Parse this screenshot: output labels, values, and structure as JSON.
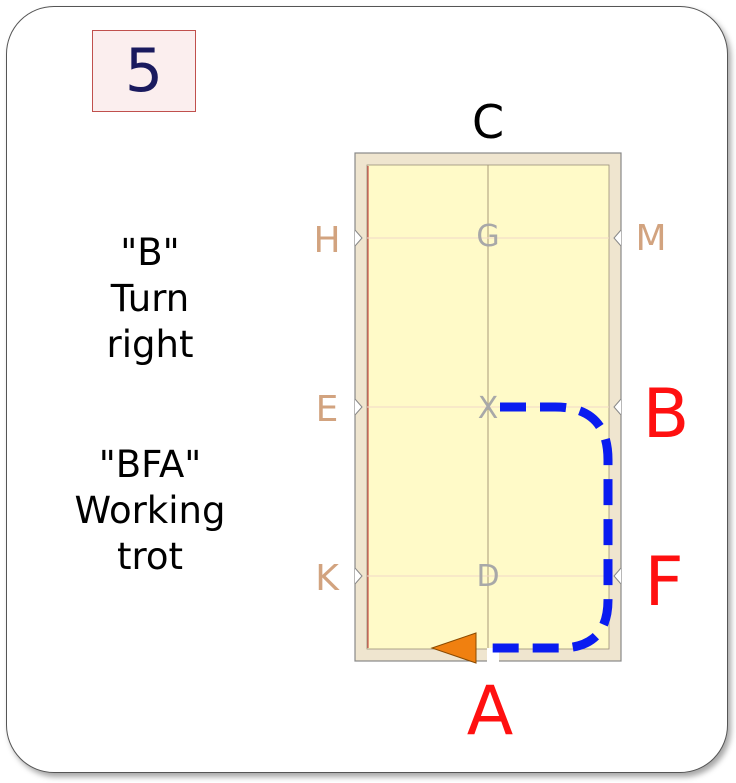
{
  "step_number": "5",
  "instructions": [
    {
      "lines": [
        "\"B\"",
        "Turn",
        "right"
      ]
    },
    {
      "lines": [
        "\"BFA\"",
        "Working",
        "trot"
      ]
    }
  ],
  "arena": {
    "end_letters": {
      "top": "C",
      "bottom": "A"
    },
    "left_letters": [
      "H",
      "E",
      "K"
    ],
    "right_letters": [
      "M",
      "B",
      "F"
    ],
    "center_letters": [
      "G",
      "X",
      "D"
    ],
    "highlighted_letters": [
      "B",
      "F",
      "A"
    ]
  },
  "colors": {
    "arena_fill": "#fffac8",
    "arena_border": "#efe5cf",
    "route": "#0a1cf0",
    "highlight_letter": "#ff1010",
    "side_letter": "#d2a37f",
    "center_letter": "#a8a8a8",
    "arrow": "#f08010"
  }
}
